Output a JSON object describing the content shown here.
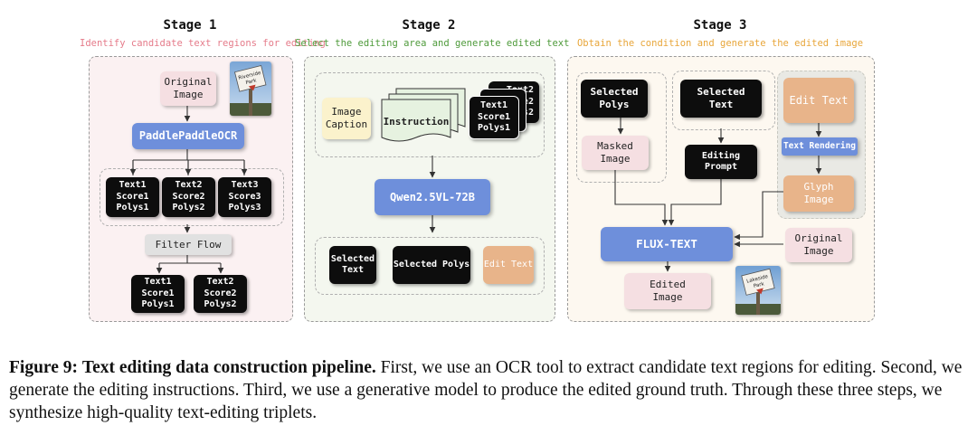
{
  "stage1": {
    "title": "Stage 1",
    "subtitle": "Identify candidate text regions for editing",
    "original_image": "Original\nImage",
    "ocr": "PaddlePaddleOCR",
    "candidates": [
      "Text1\nScore1\nPolys1",
      "Text2\nScore2\nPolys2",
      "Text3\nScore3\nPolys3"
    ],
    "filter": "Filter Flow",
    "filtered": [
      "Text1\nScore1\nPolys1",
      "Text2\nScore2\nPolys2"
    ]
  },
  "stage2": {
    "title": "Stage 2",
    "subtitle": "Select the editing area and generate edited text",
    "image_caption": "Image\nCaption",
    "instruction": "Instruction",
    "stack": [
      "Text2",
      "Score2",
      "Polys2"
    ],
    "stack_front": "Text1\nScore1\nPolys1",
    "model": "Qwen2.5VL-72B",
    "selected_text": "Selected\nText",
    "selected_polys": "Selected Polys",
    "edit_text": "Edit Text"
  },
  "stage3": {
    "title": "Stage 3",
    "subtitle": "Obtain the condition and generate the edited image",
    "selected_polys": "Selected\nPolys",
    "masked_image": "Masked\nImage",
    "selected_text": "Selected\nText",
    "editing_prompt": "Editing\nPrompt",
    "edit_text": "Edit Text",
    "text_rendering": "Text Rendering",
    "glyph_image": "Glyph\nImage",
    "model": "FLUX-TEXT",
    "original_image": "Original\nImage",
    "edited_image": "Edited\nImage"
  },
  "photos": {
    "original_sign": [
      "Riverside",
      "Park"
    ],
    "edited_sign": [
      "Lakeside",
      "Park"
    ]
  },
  "caption": {
    "label": "Figure 9:",
    "bold": "Text editing data construction pipeline.",
    "text": " First, we use an OCR tool to extract candidate text regions for editing. Second, we generate the editing instructions. Third, we use a generative model to produce the edited ground truth. Through these three steps, we synthesize high-quality text-editing triplets."
  },
  "colors": {
    "stage1_sub": "#e57b8a",
    "stage2_sub": "#4e9a3a",
    "stage3_sub": "#e8a63a",
    "stage1_bg": "#fbf1f2",
    "stage2_bg": "#f4f7ef",
    "stage3_bg": "#fdf8f0",
    "model_blue": "#6e8fdb"
  }
}
